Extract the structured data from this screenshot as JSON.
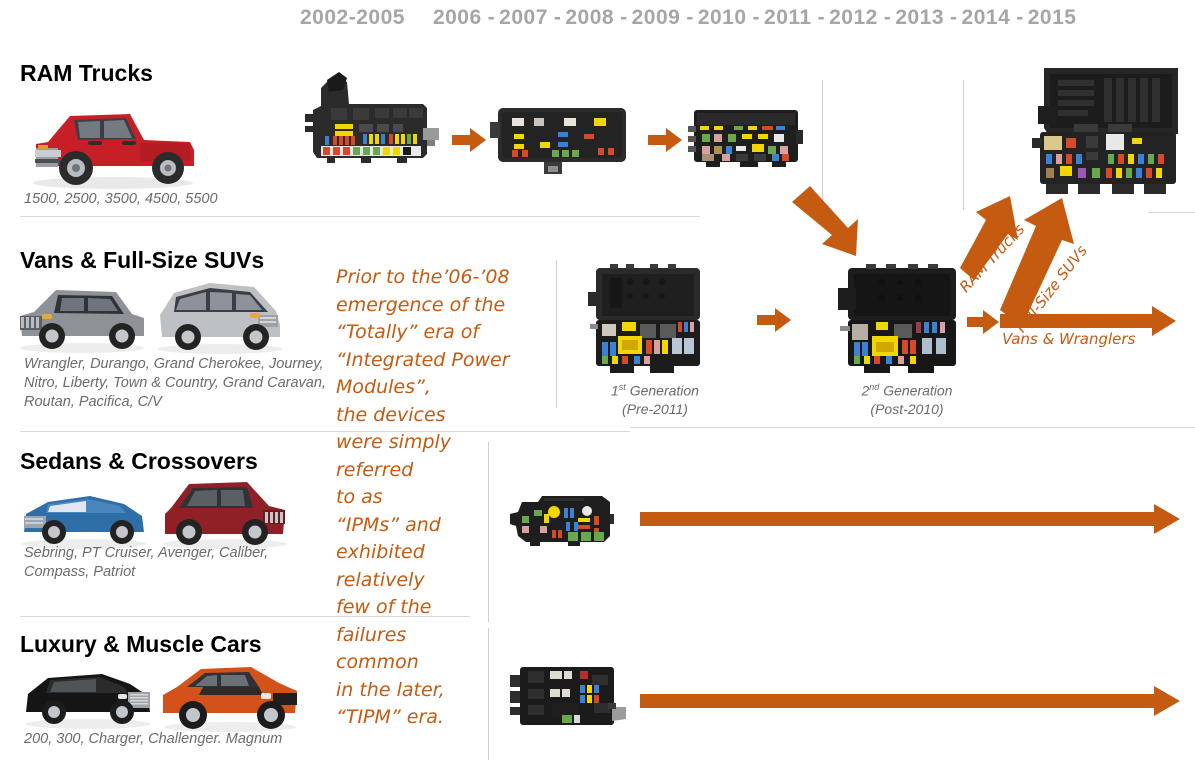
{
  "timeline": {
    "first": "2002-2005",
    "years": [
      "2006",
      "2007",
      "2008",
      "2009",
      "2010",
      "2011",
      "2012",
      "2013",
      "2014",
      "2015"
    ],
    "separator": "-",
    "color": "#a6a6a6"
  },
  "accent_color": "#c55a11",
  "rows": [
    {
      "id": "ram-trucks",
      "title": "RAM Trucks",
      "models": "1500, 2500, 3500, 4500, 5500"
    },
    {
      "id": "vans-suvs",
      "title": "Vans & Full-Size SUVs",
      "models": "Wrangler, Durango, Grand Cherokee, Journey, Nitro, Liberty, Town & Country, Grand Caravan, Routan, Pacifica, C/V"
    },
    {
      "id": "sedans-crossovers",
      "title": "Sedans & Crossovers",
      "models": "Sebring, PT Cruiser, Avenger, Caliber, Compass, Patriot"
    },
    {
      "id": "luxury-muscle",
      "title": "Luxury & Muscle Cars",
      "models": "200, 300, Charger, Challenger. Magnum"
    }
  ],
  "note": {
    "lines": [
      "Prior to the’06-’08",
      "emergence of the",
      "“Totally” era of",
      "“Integrated Power",
      "Modules”,",
      "the devices",
      "were simply",
      "referred",
      "to as",
      "“IPMs” and",
      "exhibited",
      "relatively",
      "few of the",
      "failures",
      "common",
      "in the later,",
      "“TIPM” era."
    ]
  },
  "generations": [
    {
      "id": "gen1",
      "ordinal": "1",
      "suffix": "st",
      "name": " Generation",
      "years": "(Pre-2011)"
    },
    {
      "id": "gen2",
      "ordinal": "2",
      "suffix": "nd",
      "name": " Generation",
      "years": "(Post-2010)"
    }
  ],
  "arrow_labels": {
    "ram_trucks": "RAM Trucks",
    "full_size_suvs": "Full-Size SUVs",
    "vans_wranglers": "Vans & Wranglers"
  }
}
